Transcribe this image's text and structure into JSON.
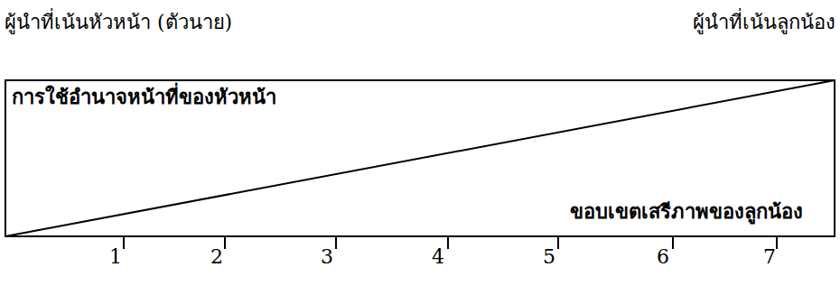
{
  "diagram": {
    "nodes": [
      {
        "text": [
          "การใช้อำนาจหน้าที่ของหัวหน้า",
          "ขอบเขตเสรีภาพของลูกน้อง"
        ]
      }
    ],
    "labels": [
      "ผู้นำที่เน้นหัวหน้า (ตัวนาย)",
      "ผู้นำที่เน้นลูกน้อง",
      "1",
      "2",
      "3",
      "4",
      "5",
      "6",
      "7"
    ]
  }
}
